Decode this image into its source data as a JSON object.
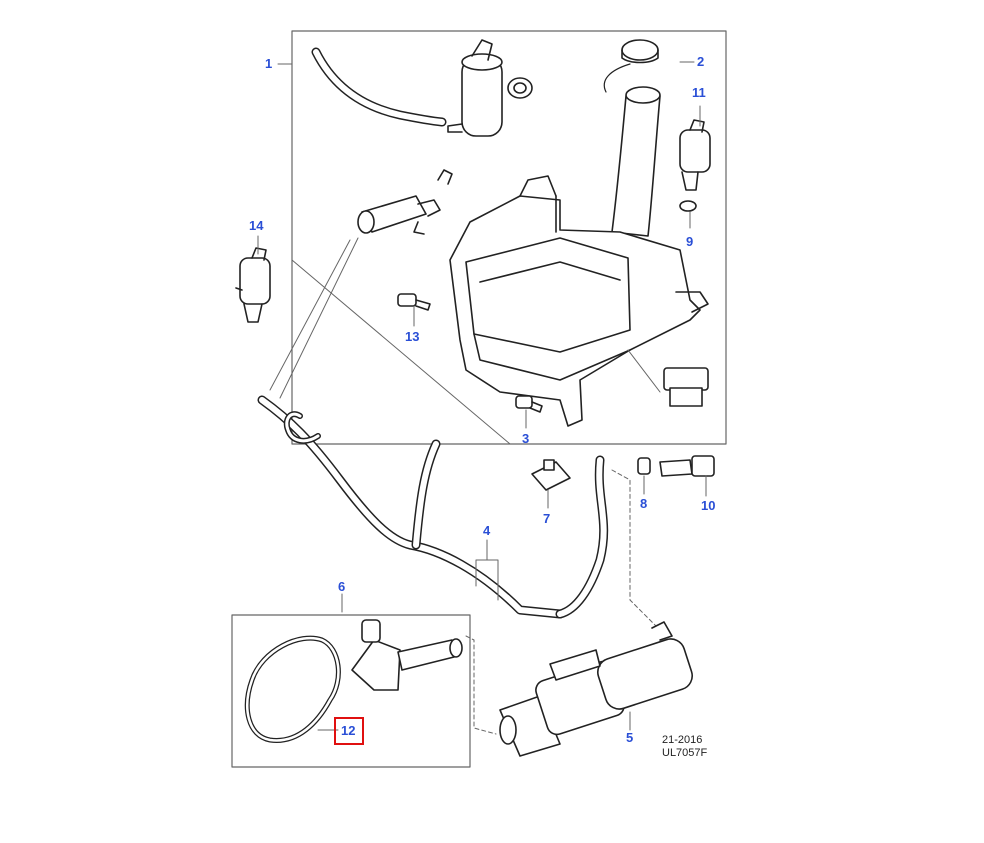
{
  "callouts": {
    "c1": "1",
    "c2": "2",
    "c3": "3",
    "c4": "4",
    "c5": "5",
    "c6": "6",
    "c7": "7",
    "c8": "8",
    "c9": "9",
    "c10": "10",
    "c11": "11",
    "c12": "12",
    "c13": "13",
    "c14": "14"
  },
  "drawing_code": {
    "line1": "21-2016",
    "line2": "UL7057F"
  },
  "highlight": {
    "callout": "12",
    "color": "#e01010"
  },
  "colors": {
    "callout": "#2a4fd6",
    "line": "#222222",
    "frame": "#666666"
  }
}
